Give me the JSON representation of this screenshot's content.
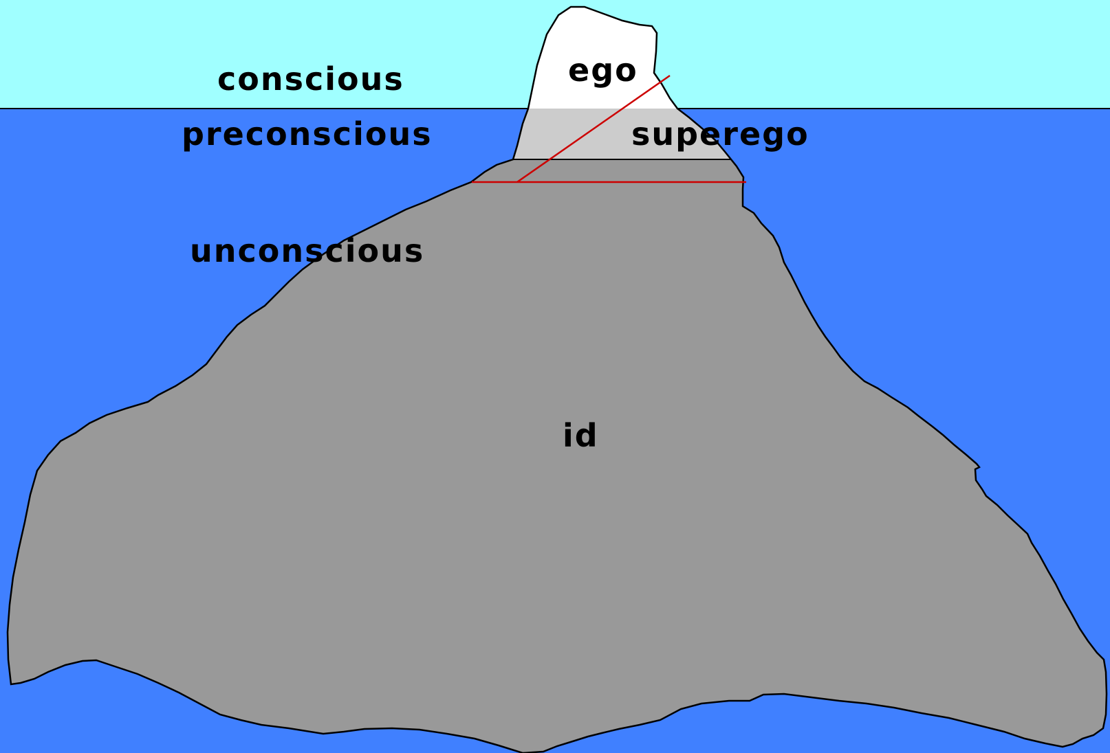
{
  "colors": {
    "sky": "#a0ffff",
    "water": "#4080ff",
    "ego_fill": "#ffffff",
    "preconscious_fill": "#cccccc",
    "id_fill": "#999999",
    "outline": "#000000",
    "divider": "#cc0000"
  },
  "levels": {
    "conscious": "conscious",
    "preconscious": "preconscious",
    "unconscious": "unconscious"
  },
  "structures": {
    "ego": "ego",
    "superego": "superego",
    "id": "id"
  }
}
